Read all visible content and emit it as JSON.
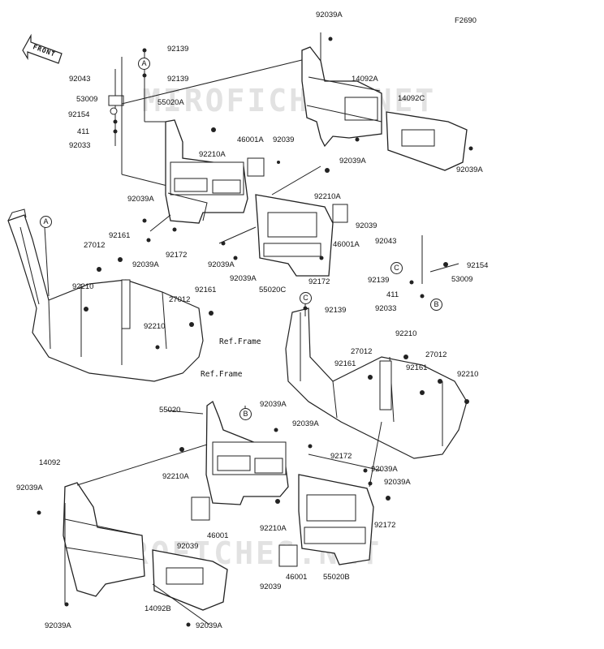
{
  "figure_code": "F2690",
  "front_label": "FRONT",
  "watermark": "MIROFICHES.NET",
  "callouts": {
    "a": "A",
    "b": "B",
    "c": "C"
  },
  "ref_frame": "Ref.Frame",
  "parts": {
    "p92039A": "92039A",
    "p92139": "92139",
    "p92043": "92043",
    "p53009": "53009",
    "p92154": "92154",
    "p411": "411",
    "p92033": "92033",
    "p55020A": "55020A",
    "p14092A": "14092A",
    "p14092C": "14092C",
    "p46001A": "46001A",
    "p92039": "92039",
    "p92210A": "92210A",
    "p92161": "92161",
    "p27012": "27012",
    "p92172": "92172",
    "p55020C": "55020C",
    "p92210": "92210",
    "p55020": "55020",
    "p14092": "14092",
    "p46001": "46001",
    "p55020B": "55020B",
    "p14092B": "14092B"
  }
}
